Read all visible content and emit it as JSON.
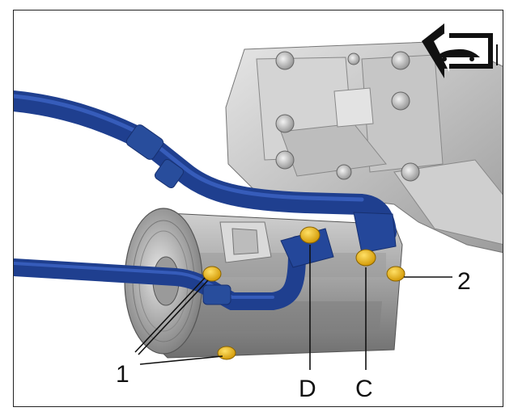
{
  "callouts": {
    "label_1": "1",
    "label_2": "2",
    "label_D": "D",
    "label_C": "C"
  },
  "icons": {
    "direction_indicator": "arrow-left-vehicle-front-icon"
  },
  "colors": {
    "pipe_blue": "#1f3f8f",
    "pipe_highlight": "#3c64c4",
    "bolt_yellow": "#f2b400",
    "housing_grey": "#b9b9b9"
  }
}
